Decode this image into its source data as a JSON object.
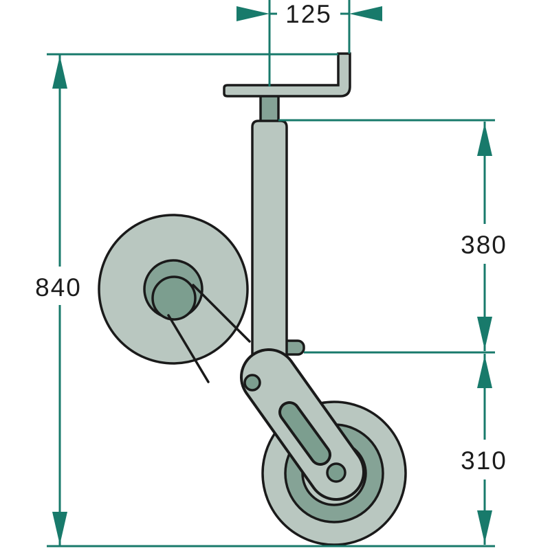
{
  "drawing": {
    "dimension_labels": {
      "top_width": "125",
      "total_height": "840",
      "upper_section": "380",
      "lower_section": "310"
    }
  },
  "colors": {
    "dimension": "#187a6b",
    "outline": "#1a1a1a",
    "text": "#1c1c1c",
    "fill_light": "#b9c7c0",
    "fill_mid": "#85a396",
    "fill_dark": "#7c9e8f",
    "background": "#ffffff"
  }
}
